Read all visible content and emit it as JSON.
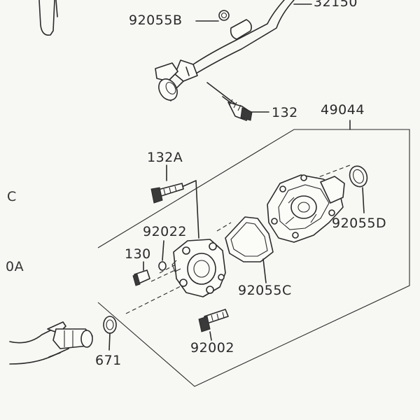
{
  "labels": {
    "p32150": "32150",
    "p92055b": "92055B",
    "p132": "132",
    "p49044": "49044",
    "p132a": "132A",
    "p92022": "92022",
    "p130": "130",
    "p92055d": "92055D",
    "p92055c": "92055C",
    "p92002": "92002",
    "p671": "671",
    "frag_c": "C",
    "frag_0a": "0A"
  }
}
